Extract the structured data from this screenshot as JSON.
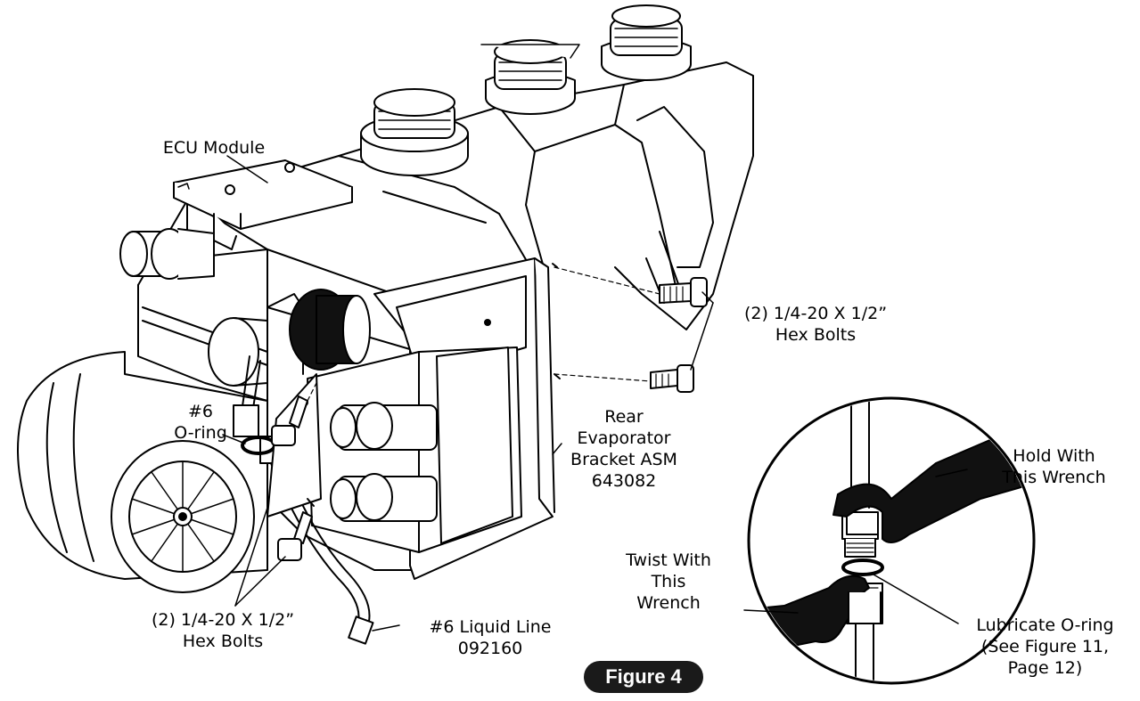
{
  "labels": {
    "ecu_module": "ECU Module",
    "hex_bolts_top": "(2) 1/4-20 X 1/2”\nHex Bolts",
    "o_ring": "#6\nO-ring",
    "bracket": "Rear\nEvaporator\nBracket ASM\n643082",
    "hex_bolts_bottom": "(2) 1/4-20 X 1/2”\nHex Bolts",
    "liquid_line": "#6 Liquid Line\n092160",
    "hold_wrench": "Hold With\nThis Wrench",
    "twist_wrench": "Twist With\nThis\nWrench",
    "lubricate": "Lubricate O-ring\n(See Figure 11,\nPage 12)"
  },
  "figure_label": "Figure 4"
}
